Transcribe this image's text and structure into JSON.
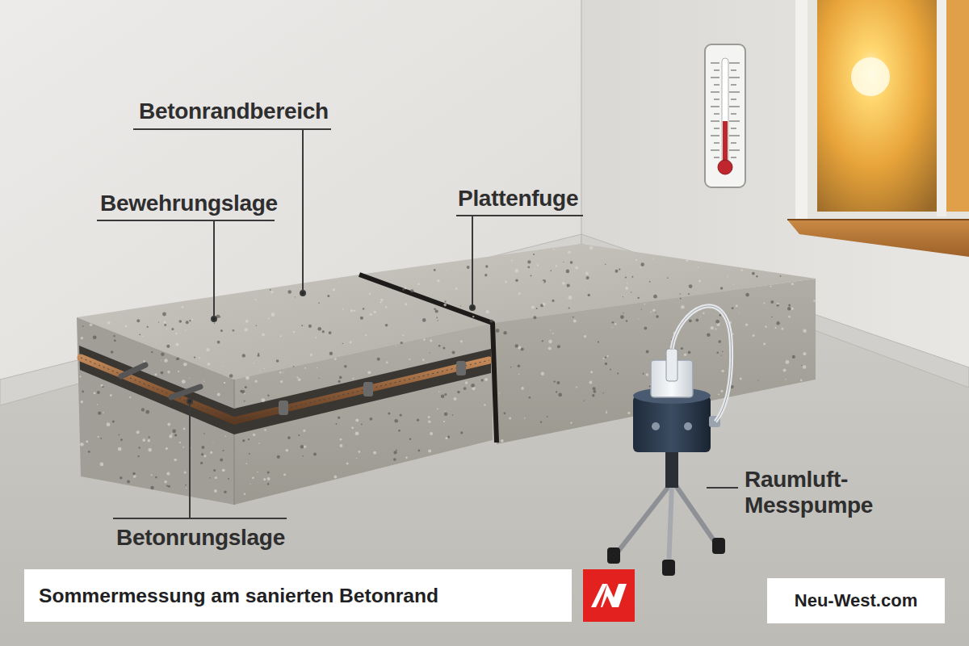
{
  "diagram": {
    "caption": "Sommermessung am sanierten Betonrand",
    "labels": [
      "Betonrandbereich",
      "Bewehrungslage",
      "Plattenfuge",
      "Betonrungslage",
      "Raumluft- Messpumpe",
      "Neu-West.com"
    ]
  }
}
